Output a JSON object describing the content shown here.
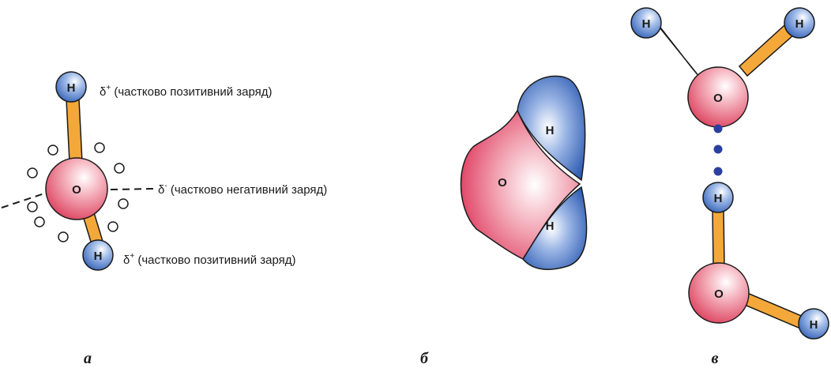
{
  "atoms": {
    "oxygen": "O",
    "hydrogen": "H"
  },
  "charges": {
    "delta": "δ",
    "plus": "+",
    "minus": "-",
    "partial_positive": " (частково позитивний заряд)",
    "partial_negative": " (частково негативний заряд)"
  },
  "panels": {
    "a": "а",
    "b": "б",
    "c": "в"
  },
  "colors": {
    "oxygen_fill": "#e8586e",
    "hydrogen_fill": "#4a72c4",
    "bond": "#f5a83a",
    "hydrogen_bond_dot": "#2b3fa0"
  }
}
